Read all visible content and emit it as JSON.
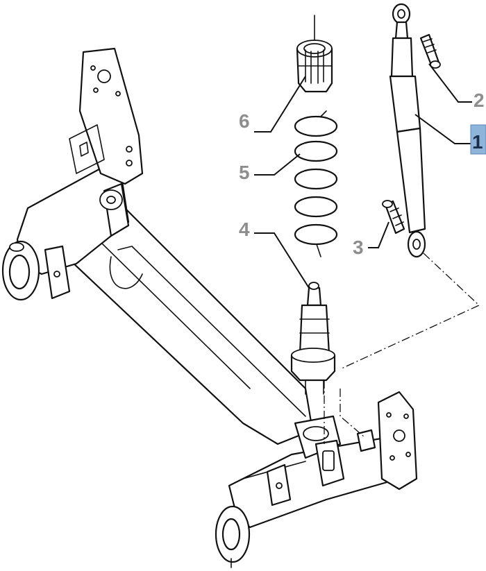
{
  "callouts": [
    {
      "id": "1",
      "label": "1",
      "highlighted": true,
      "part": "shock-absorber"
    },
    {
      "id": "2",
      "label": "2",
      "highlighted": false,
      "part": "upper-bolt"
    },
    {
      "id": "3",
      "label": "3",
      "highlighted": false,
      "part": "lower-bolt"
    },
    {
      "id": "4",
      "label": "4",
      "highlighted": false,
      "part": "bump-stop"
    },
    {
      "id": "5",
      "label": "5",
      "highlighted": false,
      "part": "coil-spring"
    },
    {
      "id": "6",
      "label": "6",
      "highlighted": false,
      "part": "spring-seat"
    }
  ],
  "colors": {
    "line": "#111111",
    "callout_text": "#8e8e8e",
    "highlight": "#8fb4da"
  }
}
